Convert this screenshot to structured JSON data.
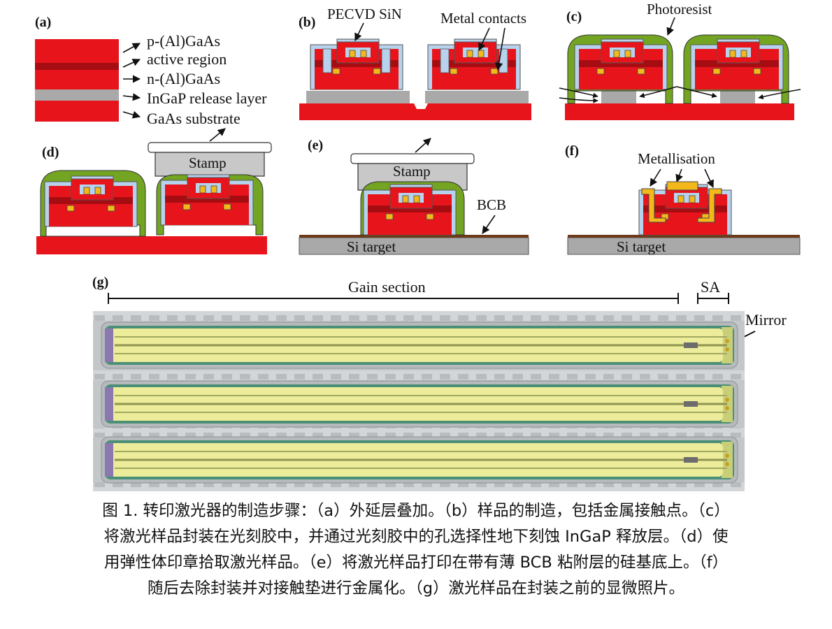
{
  "panels": {
    "a": {
      "label": "(a)",
      "layers": [
        "p-(Al)GaAs",
        "active region",
        "n-(Al)GaAs",
        "InGaP release layer",
        "GaAs substrate"
      ]
    },
    "b": {
      "label": "(b)",
      "sin": "PECVD SiN",
      "contacts": "Metal contacts"
    },
    "c": {
      "label": "(c)",
      "photoresist": "Photoresist"
    },
    "d": {
      "label": "(d)",
      "stamp": "Stamp"
    },
    "e": {
      "label": "(e)",
      "stamp": "Stamp",
      "bcb": "BCB",
      "target": "Si target"
    },
    "f": {
      "label": "(f)",
      "metal": "Metallisation",
      "target": "Si target"
    },
    "g": {
      "label": "(g)",
      "gain": "Gain section",
      "sa": "SA",
      "mirror": "Mirror"
    }
  },
  "colors": {
    "red": "#e8141c",
    "dark_red": "#a50d13",
    "gray": "#a9a9a9",
    "sin_blue": "#b7d2ec",
    "contact_gold": "#f4b81b",
    "resist_green": "#73a522",
    "photo_yellow": "#ecec9a",
    "photo_bg": "#c4c7c9"
  },
  "caption": [
    "图 1. 转印激光器的制造步骤：（a）外延层叠加。（b）样品的制造，包括金属接触点。（c）",
    "将激光样品封装在光刻胶中，并通过光刻胶中的孔选择性地下刻蚀 InGaP 释放层。（d）使",
    "用弹性体印章拾取激光样品。（e）将激光样品打印在带有薄 BCB 粘附层的硅基底上。（f）",
    "随后去除封装并对接触垫进行金属化。（g）激光样品在封装之前的显微照片。"
  ]
}
